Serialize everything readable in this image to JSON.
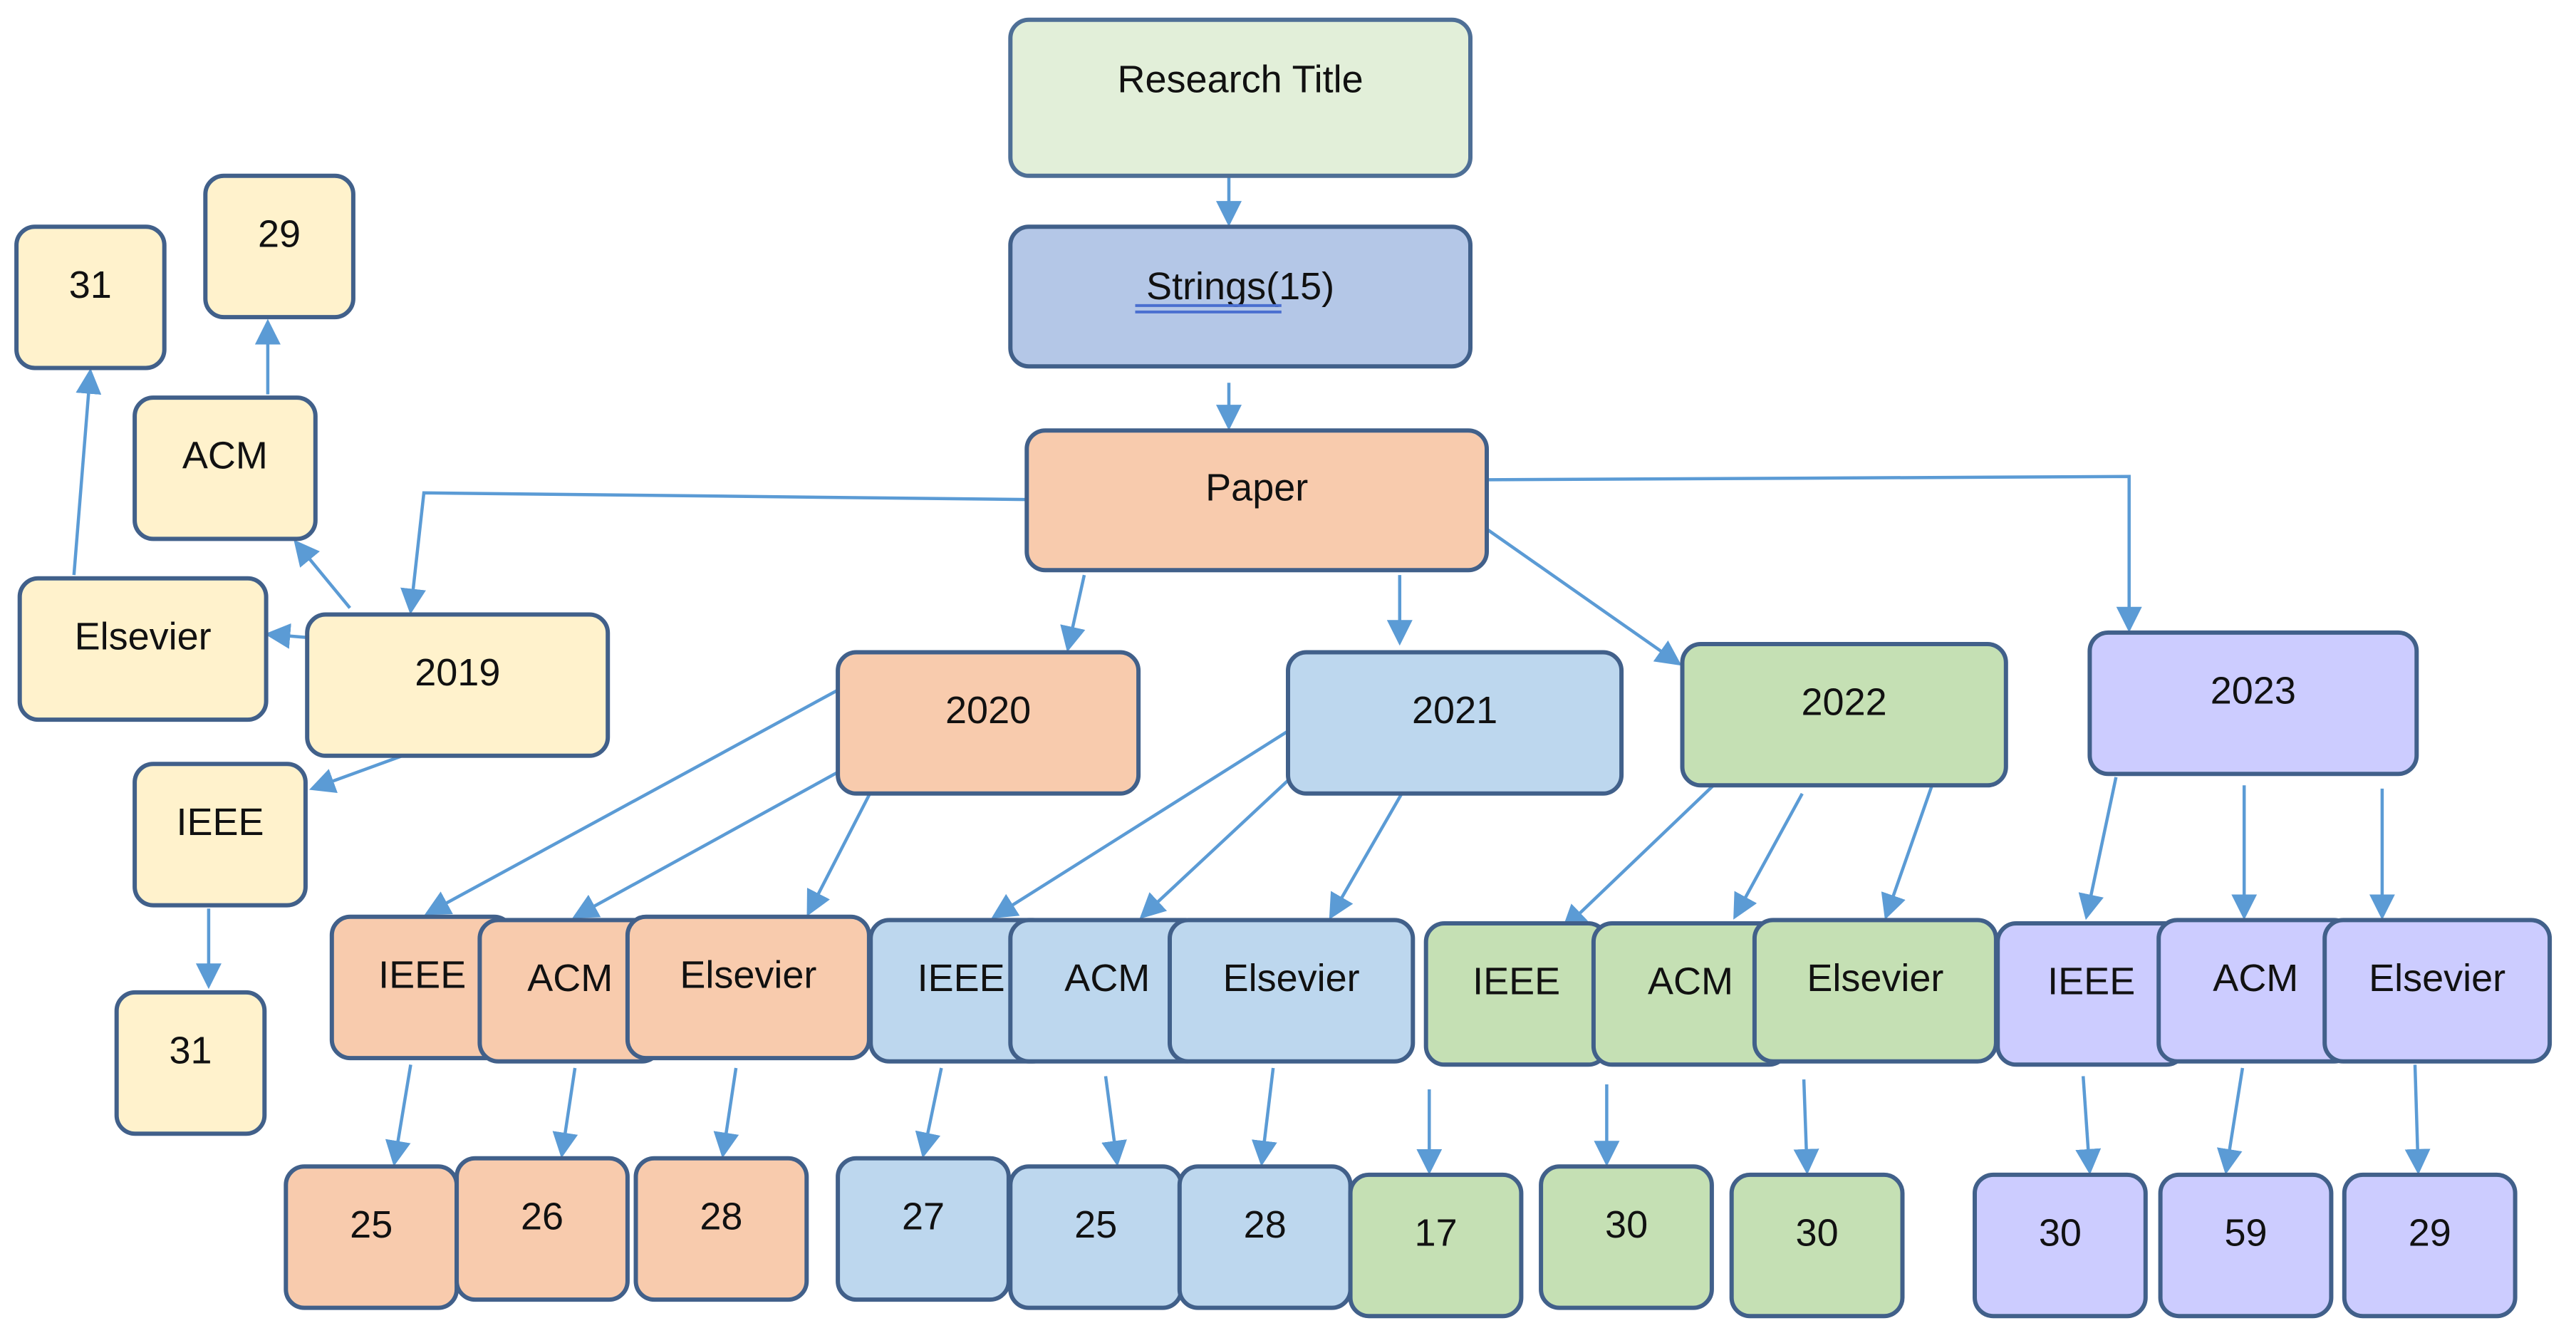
{
  "colors": {
    "title": {
      "fill": "#e2efd9",
      "stroke": "#4e6f96"
    },
    "strings": {
      "fill": "#b4c7e7",
      "stroke": "#41608a"
    },
    "y2019": {
      "fill": "#fff2cc",
      "stroke": "#41608a"
    },
    "y2020": {
      "fill": "#f8cbad",
      "stroke": "#41608a"
    },
    "y2021": {
      "fill": "#bdd7ee",
      "stroke": "#41608a"
    },
    "y2022": {
      "fill": "#c5e0b4",
      "stroke": "#41608a"
    },
    "y2023": {
      "fill": "#ccccff",
      "stroke": "#41608a"
    },
    "arrow": "#5b9bd5"
  },
  "nodes": {
    "title": "Research Title",
    "strings": "Strings(15)",
    "paper": "Paper",
    "y2019": "2019",
    "y2020": "2020",
    "y2021": "2021",
    "y2022": "2022",
    "y2023": "2023",
    "y2019_elsevier": "Elsevier",
    "y2019_acm": "ACM",
    "y2019_ieee": "IEEE",
    "y2019_elsevier_count": "31",
    "y2019_acm_count": "29",
    "y2019_ieee_count": "31",
    "y2020_ieee": "IEEE",
    "y2020_acm": "ACM",
    "y2020_elsevier": "Elsevier",
    "y2020_ieee_count": "25",
    "y2020_acm_count": "26",
    "y2020_elsevier_count": "28",
    "y2021_ieee": "IEEE",
    "y2021_acm": "ACM",
    "y2021_elsevier": "Elsevier",
    "y2021_ieee_count": "27",
    "y2021_acm_count": "25",
    "y2021_elsevier_count": "28",
    "y2022_ieee": "IEEE",
    "y2022_acm": "ACM",
    "y2022_elsevier": "Elsevier",
    "y2022_ieee_count": "17",
    "y2022_acm_count": "30",
    "y2022_elsevier_count": "30",
    "y2023_ieee": "IEEE",
    "y2023_acm": "ACM",
    "y2023_elsevier": "Elsevier",
    "y2023_ieee_count": "30",
    "y2023_acm_count": "59",
    "y2023_elsevier_count": "29"
  }
}
